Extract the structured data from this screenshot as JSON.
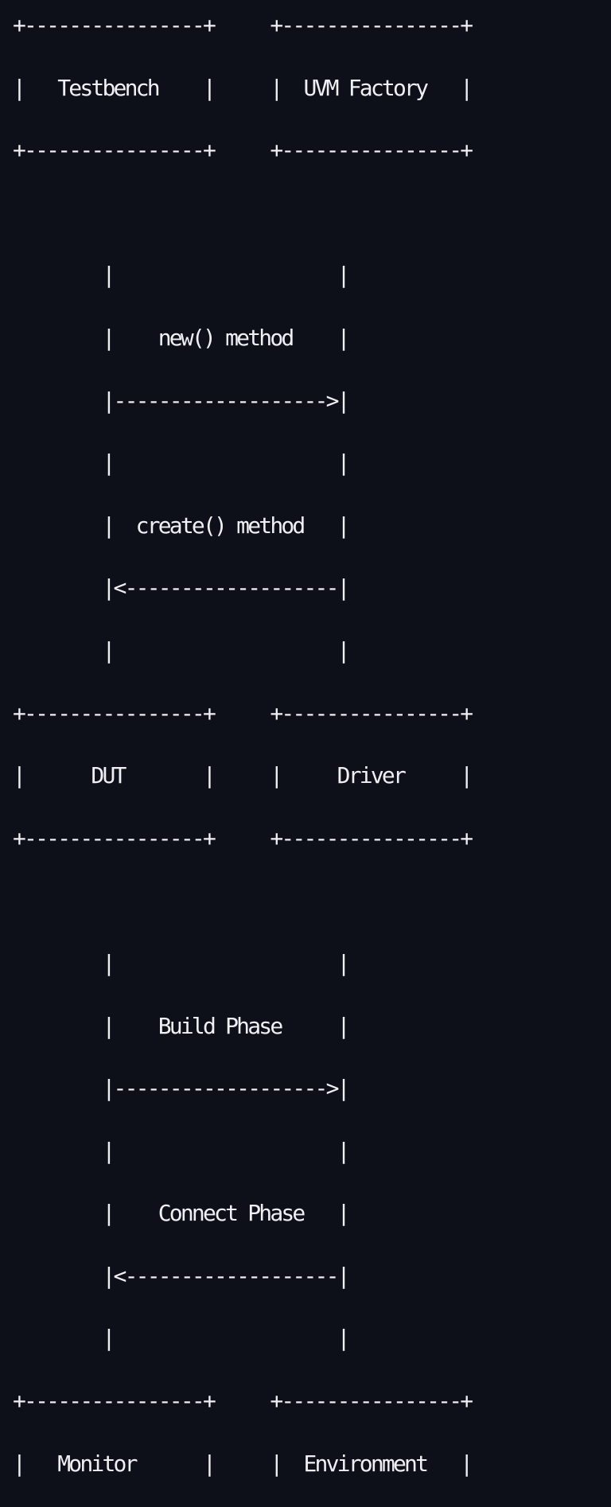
{
  "diagram": {
    "lines": [
      "+----------------+     +----------------+",
      "|   Testbench    |     |  UVM Factory   |",
      "+----------------+     +----------------+",
      "",
      "        |                    |",
      "        |    new() method    |",
      "        |------------------->|",
      "        |                    |",
      "        |  create() method   |",
      "        |<-------------------|",
      "        |                    |",
      "+----------------+     +----------------+",
      "|      DUT       |     |     Driver     |",
      "+----------------+     +----------------+",
      "",
      "        |                    |",
      "        |    Build Phase     |",
      "        |------------------->|",
      "        |                    |",
      "        |    Connect Phase   |",
      "        |<-------------------|",
      "        |                    |",
      "+----------------+     +----------------+",
      "|   Monitor      |     |  Environment   |",
      "+----------------+     +----------------+"
    ]
  }
}
